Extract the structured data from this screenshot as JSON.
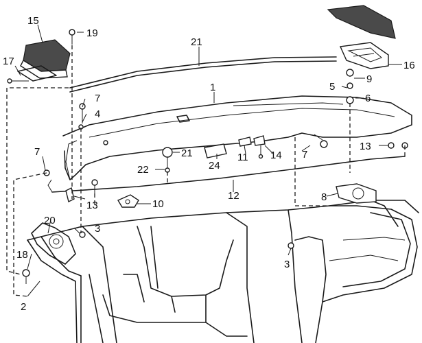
{
  "title": "Dashboard upper trim exploded parts diagram",
  "callouts": {
    "c1": "1",
    "c2": "2",
    "c3a": "3",
    "c3b": "3",
    "c4": "4",
    "c5": "5",
    "c6": "6",
    "c7a": "7",
    "c7b": "7",
    "c7c": "7",
    "c8": "8",
    "c9": "9",
    "c10": "10",
    "c11": "11",
    "c12": "12",
    "c13a": "13",
    "c13b": "13",
    "c14": "14",
    "c15": "15",
    "c16": "16",
    "c17": "17",
    "c18": "18",
    "c19": "19",
    "c20": "20",
    "c21a": "21",
    "c21b": "21",
    "c22": "22",
    "c24": "24"
  },
  "colors": {
    "ink": "#1a1a1a",
    "paper": "#ffffff",
    "hatch": "#4a4a4a"
  }
}
